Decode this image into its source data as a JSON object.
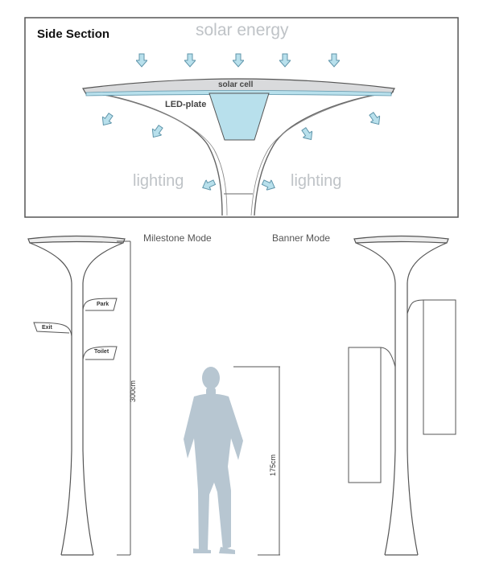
{
  "side_section": {
    "title": "Side Section",
    "solar_energy": "solar energy",
    "solar_cell": "solar cell",
    "led_plate": "LED-plate",
    "lighting_left": "lighting",
    "lighting_right": "lighting"
  },
  "modes": {
    "milestone": "Milestone Mode",
    "banner": "Banner Mode"
  },
  "dimensions": {
    "pole_height": "300cm",
    "person_height": "175cm"
  },
  "signs": {
    "park": "Park",
    "exit": "Exit",
    "toilet": "Toilet"
  },
  "colors": {
    "arrow_fill": "#b8e0ec",
    "arrow_stroke": "#5f95aa",
    "panel_fill": "#d9dadc",
    "person": "#b7c6d1",
    "outline": "#555555"
  }
}
